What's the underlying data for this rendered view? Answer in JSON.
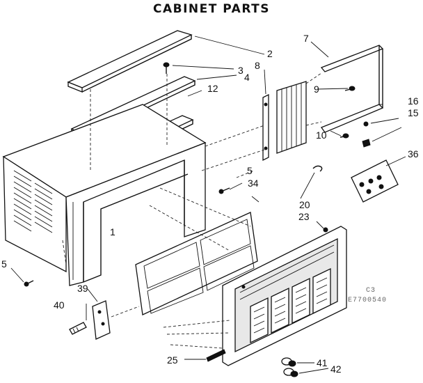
{
  "title": "CABINET PARTS",
  "code": "E7700540",
  "code_prefix": "C3",
  "labels": {
    "l2": "2",
    "l3": "3",
    "l4": "4",
    "l7": "7",
    "l8": "8",
    "l9": "9",
    "l10": "10",
    "l12": "12",
    "l15": "15",
    "l16": "16",
    "l5a": "5",
    "l5b": "5",
    "l34": "34",
    "l36": "36",
    "l20": "20",
    "l23": "23",
    "l1": "1",
    "l39": "39",
    "l40": "40",
    "l25": "25",
    "l41": "41",
    "l42": "42"
  }
}
